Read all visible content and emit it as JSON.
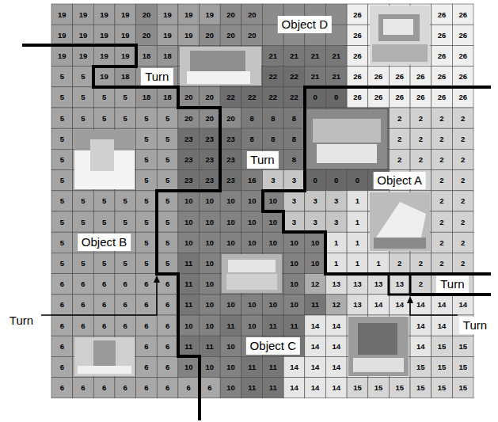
{
  "diagram": {
    "labels": [
      "19",
      "19",
      "19",
      "19",
      "20",
      "19",
      "19",
      "19",
      "20",
      "20",
      "Object D",
      "26",
      "26",
      "26",
      "19",
      "19",
      "19",
      "19",
      "20",
      "19",
      "19",
      "20",
      "20",
      "20",
      "26",
      "26",
      "26",
      "19",
      "19",
      "19",
      "19",
      "18",
      "18",
      "21",
      "21",
      "21",
      "21",
      "26",
      "26",
      "26",
      "5",
      "5",
      "19",
      "18",
      "Turn",
      "22",
      "22",
      "21",
      "21",
      "26",
      "26",
      "26",
      "26",
      "26",
      "26",
      "5",
      "5",
      "5",
      "5",
      "18",
      "18",
      "20",
      "20",
      "22",
      "22",
      "22",
      "22",
      "0",
      "0",
      "26",
      "26",
      "26",
      "26",
      "26",
      "26",
      "5",
      "5",
      "5",
      "5",
      "5",
      "5",
      "20",
      "20",
      "20",
      "8",
      "8",
      "8",
      "2",
      "2",
      "2",
      "2",
      "5",
      "5",
      "5",
      "23",
      "23",
      "23",
      "8",
      "8",
      "8",
      "2",
      "2",
      "2",
      "2",
      "5",
      "5",
      "5",
      "23",
      "23",
      "23",
      "Turn",
      "8",
      "2",
      "2",
      "2",
      "2",
      "5",
      "5",
      "5",
      "23",
      "23",
      "23",
      "16",
      "3",
      "3",
      "0",
      "0",
      "0",
      "Object A",
      "2",
      "2",
      "5",
      "5",
      "5",
      "5",
      "5",
      "5",
      "10",
      "10",
      "10",
      "10",
      "10",
      "3",
      "3",
      "3",
      "1",
      "2",
      "2",
      "5",
      "5",
      "5",
      "5",
      "5",
      "5",
      "10",
      "10",
      "10",
      "10",
      "10",
      "3",
      "3",
      "3",
      "1",
      "2",
      "2",
      "5",
      "Object B",
      "5",
      "5",
      "10",
      "10",
      "10",
      "10",
      "10",
      "10",
      "10",
      "1",
      "1",
      "2",
      "2",
      "5",
      "5",
      "5",
      "5",
      "5",
      "5",
      "11",
      "10",
      "10",
      "10",
      "1",
      "1",
      "1",
      "2",
      "2",
      "2",
      "2",
      "6",
      "6",
      "6",
      "6",
      "6",
      "6",
      "11",
      "10",
      "10",
      "12",
      "13",
      "13",
      "13",
      "13",
      "2",
      "Turn",
      "6",
      "6",
      "6",
      "6",
      "6",
      "6",
      "11",
      "10",
      "10",
      "10",
      "10",
      "10",
      "11",
      "12",
      "13",
      "14",
      "14",
      "14",
      "14",
      "14",
      "Turn",
      "6",
      "6",
      "6",
      "6",
      "6",
      "6",
      "10",
      "10",
      "11",
      "10",
      "11",
      "11",
      "14",
      "14",
      "14",
      "14",
      "Turn",
      "6",
      "6",
      "6",
      "11",
      "11",
      "10",
      "Object C",
      "14",
      "14",
      "14",
      "15",
      "15",
      "6",
      "6",
      "6",
      "10",
      "10",
      "10",
      "11",
      "11",
      "14",
      "14",
      "14",
      "15",
      "15",
      "15",
      "6",
      "6",
      "6",
      "6",
      "6",
      "6",
      "6",
      "6",
      "10",
      "11",
      "11",
      "14",
      "14",
      "14",
      "15",
      "15",
      "15",
      "15",
      "15",
      "15"
    ]
  }
}
